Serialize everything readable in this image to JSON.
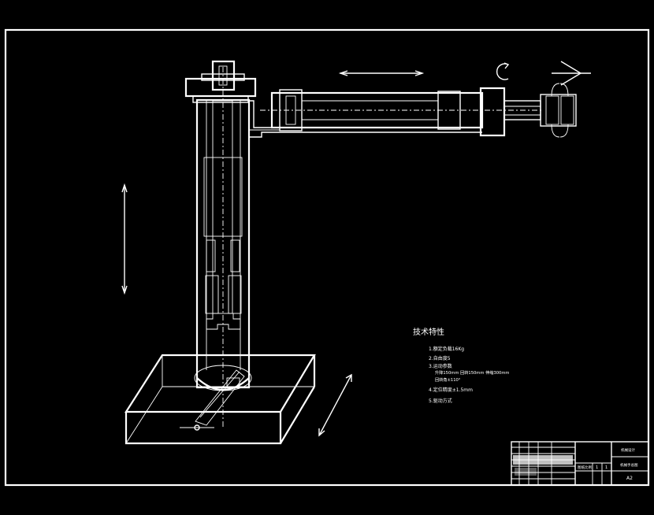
{
  "tech": {
    "title": "技术特性",
    "items": [
      "1.额定负载16Kg",
      "2.自由度5",
      "3.运动参数",
      "升降150mm 回转150mm 伸缩300mm",
      "回转角±110°",
      "4.定位精度±1.5mm",
      "5.驱动方式"
    ]
  },
  "title_block": {
    "top_right": "机械设计",
    "mid_right": "机械手总图",
    "scale_label": "图纸比例",
    "scale_1": "1",
    "scale_2": "1",
    "sheet_size": "A2"
  }
}
